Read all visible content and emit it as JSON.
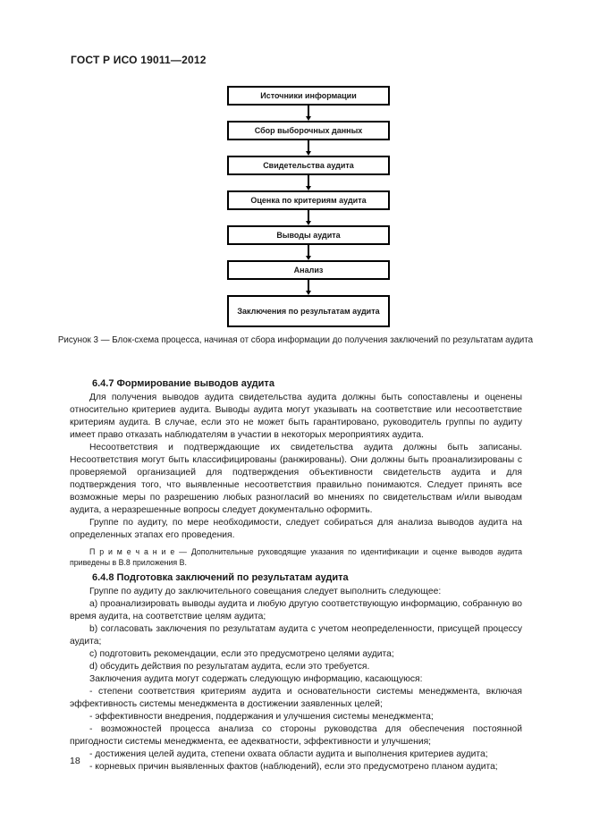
{
  "doc": {
    "header": "ГОСТ Р ИСО 19011—2012",
    "page_number": "18"
  },
  "flowchart": {
    "boxes": [
      "Источники информации",
      "Сбор выборочных данных",
      "Свидетельства аудита",
      "Оценка по критериям аудита",
      "Выводы аудита",
      "Анализ",
      "Заключения по результатам аудита"
    ],
    "caption": "Рисунок 3 — Блок-схема процесса, начиная от сбора информации до получения заключений по результатам аудита"
  },
  "s647": {
    "heading": "6.4.7 Формирование выводов аудита",
    "p1": "Для получения выводов аудита свидетельства аудита должны быть сопоставлены и оценены относительно критериев аудита. Выводы аудита могут указывать на соответствие или несоответствие критериям аудита. В случае, если это не может быть гарантировано, руководитель группы по аудиту имеет право отказать наблюдателям в участии в некоторых мероприятиях аудита.",
    "p2": "Несоответствия и подтверждающие их свидетельства аудита должны быть записаны. Несоответствия могут быть классифицированы (ранжированы). Они должны быть проанализированы с проверяемой организацией для подтверждения объективности свидетельств аудита и для подтверждения того, что выявленные несоответствия правильно понимаются. Следует принять все возможные меры по разрешению любых разногласий во мнениях по свидетельствам и/или выводам аудита, а неразрешенные вопросы следует документально оформить.",
    "p3": "Группе по аудиту, по мере необходимости, следует собираться для анализа выводов аудита на определенных этапах его проведения.",
    "note": "П р и м е ч а н и е — Дополнительные руководящие указания по идентификации и оценке выводов аудита приведены в В.8 приложения В."
  },
  "s648": {
    "heading": "6.4.8 Подготовка заключений по результатам аудита",
    "intro": "Группе по аудиту до заключительного совещания следует выполнить следующее:",
    "items_lettered": [
      "a) проанализировать выводы аудита и любую другую соответствующую информацию, собранную во время аудита, на соответствие целям аудита;",
      "b) согласовать заключения по результатам аудита с учетом неопределенности, присущей процессу аудита;",
      "c) подготовить рекомендации, если это предусмотрено целями аудита;",
      "d) обсудить действия по результатам аудита, если это требуется."
    ],
    "conclusions_intro": "Заключения аудита могут содержать следующую информацию, касающуюся:",
    "items_dash": [
      "- степени соответствия критериям аудита и основательности системы менеджмента, включая эффективность системы менеджмента в достижении заявленных целей;",
      "- эффективности внедрения, поддержания и улучшения системы менеджмента;",
      "- возможностей процесса анализа со стороны руководства для обеспечения постоянной пригодности системы менеджмента, ее адекватности, эффективности и улучшения;",
      "- достижения целей аудита, степени охвата области аудита и выполнения критериев аудита;",
      "- корневых причин выявленных фактов (наблюдений), если это предусмотрено планом аудита;"
    ]
  }
}
